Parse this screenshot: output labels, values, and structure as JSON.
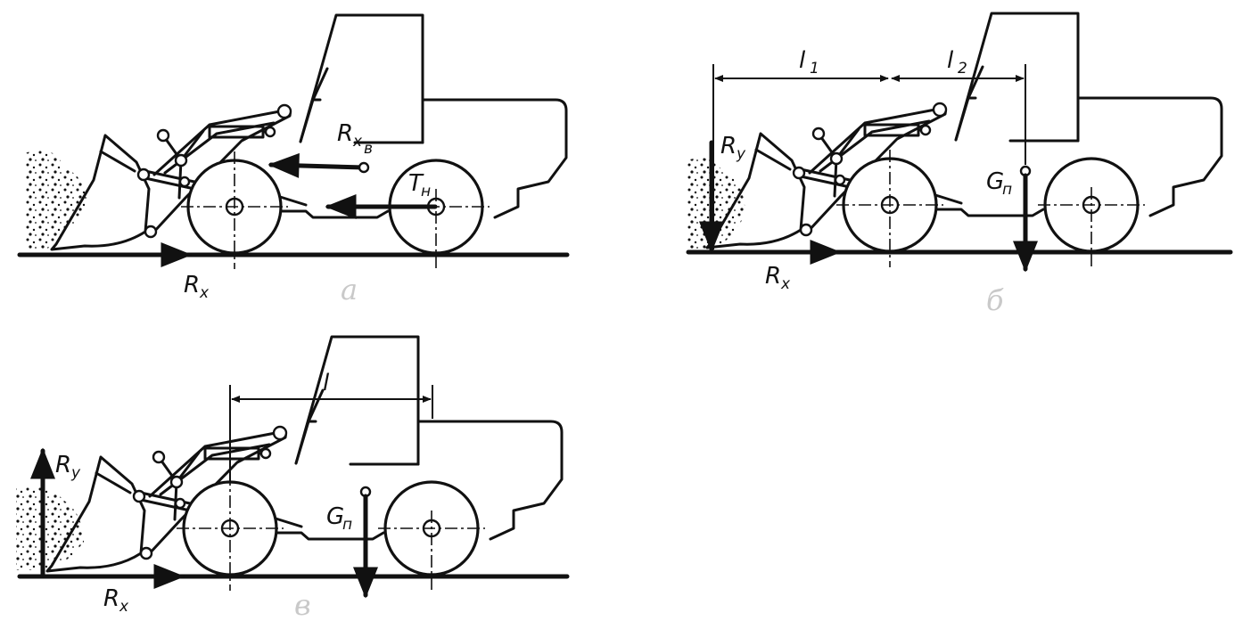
{
  "panels": {
    "a": {
      "caption": "а",
      "rx": "R",
      "rx_sub": "x",
      "rxb": "R",
      "rxb_sub": "x",
      "rxb_sub2": "в",
      "tn": "T",
      "tn_sub": "н"
    },
    "b": {
      "caption": "б",
      "l1": "l",
      "l1_sub": "1",
      "l2": "l",
      "l2_sub": "2",
      "ry": "R",
      "ry_sub": "y",
      "rx": "R",
      "rx_sub": "x",
      "gp": "G",
      "gp_sub": "п"
    },
    "c": {
      "caption": "в",
      "l": "l",
      "ry": "R",
      "ry_sub": "y",
      "rx": "R",
      "rx_sub": "x",
      "gp": "G",
      "gp_sub": "п"
    }
  }
}
